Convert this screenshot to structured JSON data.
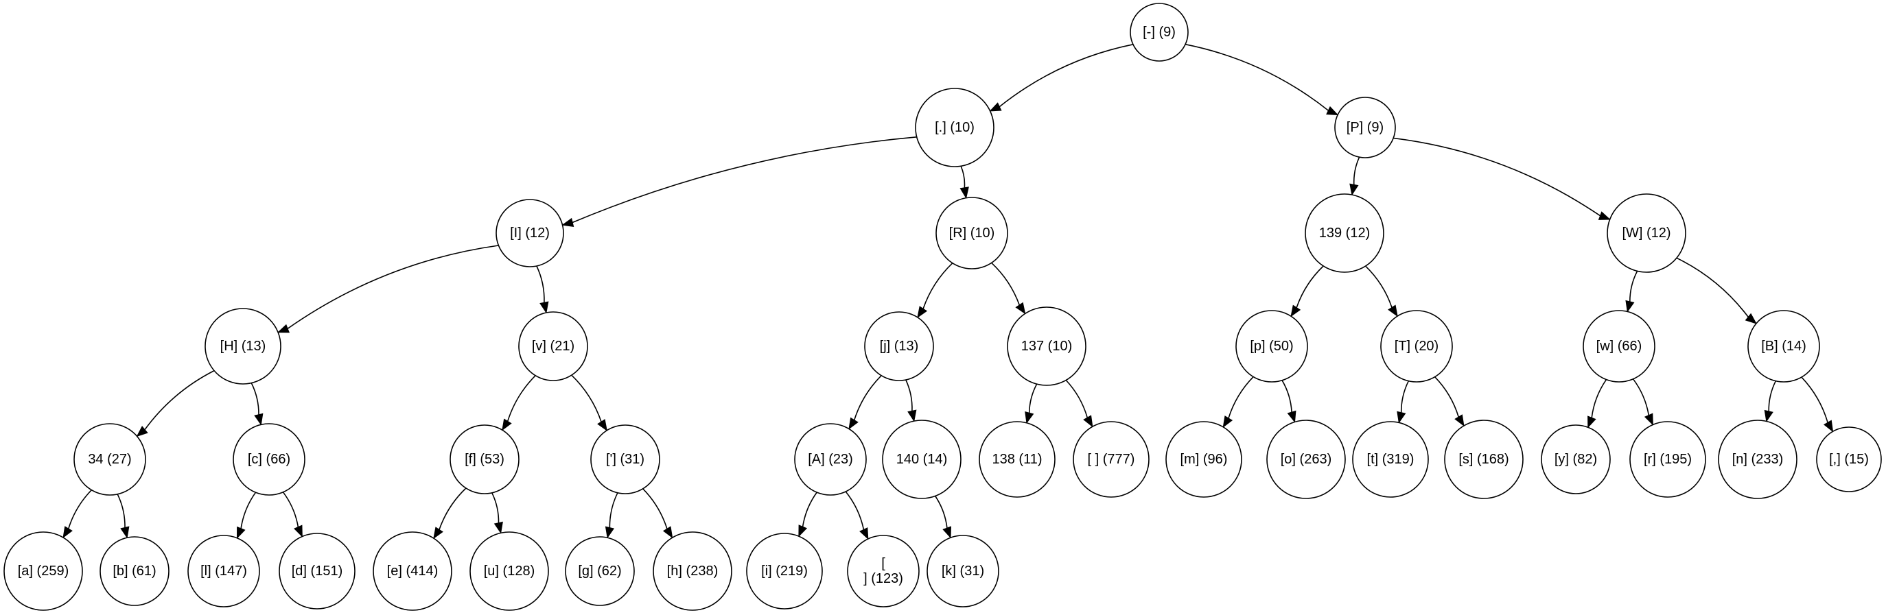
{
  "tree": {
    "nodes": [
      {
        "id": "n_dash",
        "label": "[-] (9)"
      },
      {
        "id": "n_dot",
        "label": "[.] (10)"
      },
      {
        "id": "n_P",
        "label": "[P] (9)"
      },
      {
        "id": "n_I",
        "label": "[I] (12)"
      },
      {
        "id": "n_R",
        "label": "[R] (10)"
      },
      {
        "id": "n_139",
        "label": "139 (12)"
      },
      {
        "id": "n_W",
        "label": "[W] (12)"
      },
      {
        "id": "n_H",
        "label": "[H] (13)"
      },
      {
        "id": "n_v",
        "label": "[v] (21)"
      },
      {
        "id": "n_j",
        "label": "[j] (13)"
      },
      {
        "id": "n_137",
        "label": "137 (10)"
      },
      {
        "id": "n_p",
        "label": "[p] (50)"
      },
      {
        "id": "n_T",
        "label": "[T] (20)"
      },
      {
        "id": "n_w",
        "label": "[w] (66)"
      },
      {
        "id": "n_B",
        "label": "[B] (14)"
      },
      {
        "id": "n_34",
        "label": "34 (27)"
      },
      {
        "id": "n_c",
        "label": "[c] (66)"
      },
      {
        "id": "n_f",
        "label": "[f] (53)"
      },
      {
        "id": "n_apos",
        "label": "['] (31)"
      },
      {
        "id": "n_A",
        "label": "[A] (23)"
      },
      {
        "id": "n_140",
        "label": "140 (14)"
      },
      {
        "id": "n_138",
        "label": "138 (11)"
      },
      {
        "id": "n_space",
        "label": "[ ] (777)"
      },
      {
        "id": "n_m",
        "label": "[m] (96)"
      },
      {
        "id": "n_o",
        "label": "[o] (263)"
      },
      {
        "id": "n_t",
        "label": "[t] (319)"
      },
      {
        "id": "n_s",
        "label": "[s] (168)"
      },
      {
        "id": "n_y",
        "label": "[y] (82)"
      },
      {
        "id": "n_r",
        "label": "[r] (195)"
      },
      {
        "id": "n_n",
        "label": "[n] (233)"
      },
      {
        "id": "n_comma",
        "label": "[,] (15)"
      },
      {
        "id": "n_a",
        "label": "[a] (259)"
      },
      {
        "id": "n_b",
        "label": "[b] (61)"
      },
      {
        "id": "n_l",
        "label": "[l] (147)"
      },
      {
        "id": "n_d",
        "label": "[d] (151)"
      },
      {
        "id": "n_e",
        "label": "[e] (414)"
      },
      {
        "id": "n_u",
        "label": "[u] (128)"
      },
      {
        "id": "n_g",
        "label": "[g] (62)"
      },
      {
        "id": "n_h",
        "label": "[h] (238)"
      },
      {
        "id": "n_i",
        "label": "[i] (219)"
      },
      {
        "id": "n_newline",
        "label": "[\n] (123)"
      },
      {
        "id": "n_k",
        "label": "[k] (31)"
      }
    ],
    "edges": [
      {
        "from": "n_dash",
        "to": "n_dot"
      },
      {
        "from": "n_dash",
        "to": "n_P"
      },
      {
        "from": "n_dot",
        "to": "n_I"
      },
      {
        "from": "n_dot",
        "to": "n_R"
      },
      {
        "from": "n_P",
        "to": "n_139"
      },
      {
        "from": "n_P",
        "to": "n_W"
      },
      {
        "from": "n_I",
        "to": "n_H"
      },
      {
        "from": "n_I",
        "to": "n_v"
      },
      {
        "from": "n_R",
        "to": "n_j"
      },
      {
        "from": "n_R",
        "to": "n_137"
      },
      {
        "from": "n_139",
        "to": "n_p"
      },
      {
        "from": "n_139",
        "to": "n_T"
      },
      {
        "from": "n_W",
        "to": "n_w"
      },
      {
        "from": "n_W",
        "to": "n_B"
      },
      {
        "from": "n_H",
        "to": "n_34"
      },
      {
        "from": "n_H",
        "to": "n_c"
      },
      {
        "from": "n_v",
        "to": "n_f"
      },
      {
        "from": "n_v",
        "to": "n_apos"
      },
      {
        "from": "n_j",
        "to": "n_A"
      },
      {
        "from": "n_j",
        "to": "n_140"
      },
      {
        "from": "n_137",
        "to": "n_138"
      },
      {
        "from": "n_137",
        "to": "n_space"
      },
      {
        "from": "n_p",
        "to": "n_m"
      },
      {
        "from": "n_p",
        "to": "n_o"
      },
      {
        "from": "n_T",
        "to": "n_t"
      },
      {
        "from": "n_T",
        "to": "n_s"
      },
      {
        "from": "n_w",
        "to": "n_y"
      },
      {
        "from": "n_w",
        "to": "n_r"
      },
      {
        "from": "n_B",
        "to": "n_n"
      },
      {
        "from": "n_B",
        "to": "n_comma"
      },
      {
        "from": "n_34",
        "to": "n_a"
      },
      {
        "from": "n_34",
        "to": "n_b"
      },
      {
        "from": "n_c",
        "to": "n_l"
      },
      {
        "from": "n_c",
        "to": "n_d"
      },
      {
        "from": "n_f",
        "to": "n_e"
      },
      {
        "from": "n_f",
        "to": "n_u"
      },
      {
        "from": "n_apos",
        "to": "n_g"
      },
      {
        "from": "n_apos",
        "to": "n_h"
      },
      {
        "from": "n_A",
        "to": "n_i"
      },
      {
        "from": "n_A",
        "to": "n_newline"
      },
      {
        "from": "n_140",
        "to": "n_k"
      }
    ]
  }
}
